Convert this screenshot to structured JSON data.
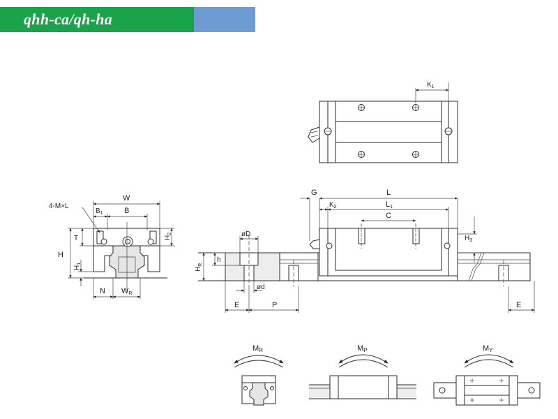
{
  "header": {
    "title": "qhh-ca/qh-ha"
  },
  "colors": {
    "banner_green": "#1aa34a",
    "banner_blue": "#6d9bd2"
  },
  "labels": {
    "W": "W",
    "B1": "B",
    "B1_sub": "1",
    "B": "B",
    "four_m_l": "4-M×L",
    "H": "H",
    "T": "T",
    "H2": "H",
    "H2_sub": "2",
    "H1": "H",
    "H1_sub": "1",
    "N": "N",
    "WR": "W",
    "WR_sub": "R",
    "G": "G",
    "L": "L",
    "K2": "K",
    "K2_sub": "2",
    "L1": "L",
    "L1_sub": "1",
    "C": "C",
    "H3": "H",
    "H3_sub": "3",
    "K1": "K",
    "K1_sub": "1",
    "phiD": "øD",
    "h": "h",
    "HR": "H",
    "HR_sub": "R",
    "phid": "ød",
    "E_left": "E",
    "P": "P",
    "E_right": "E",
    "MR": "M",
    "MR_sub": "R",
    "MP": "M",
    "MP_sub": "P",
    "MY": "M",
    "MY_sub": "Y"
  }
}
